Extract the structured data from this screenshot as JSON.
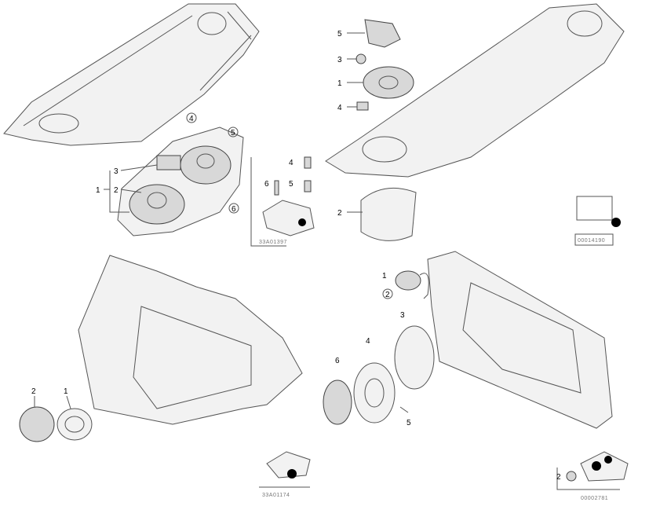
{
  "title": "Loudspeaker parts diagram",
  "panels": [
    {
      "name": "rear-shelf-speakers",
      "callouts": [
        "4",
        "5",
        "6",
        "3",
        "2",
        "1"
      ]
    },
    {
      "name": "fasteners-inset",
      "callouts": [
        "4",
        "5",
        "6"
      ],
      "caption": "33A01397"
    },
    {
      "name": "rear-shelf-speaker-covers",
      "callouts": [
        "5",
        "3",
        "1",
        "4",
        "2"
      ],
      "caption": "00014190"
    },
    {
      "name": "rear-side-panel",
      "callouts": [
        "2",
        "1"
      ],
      "caption": "33A01174"
    },
    {
      "name": "front-door-speakers",
      "callouts": [
        "1",
        "2",
        "3",
        "4",
        "6",
        "5",
        "2"
      ],
      "caption": "00002781"
    }
  ]
}
